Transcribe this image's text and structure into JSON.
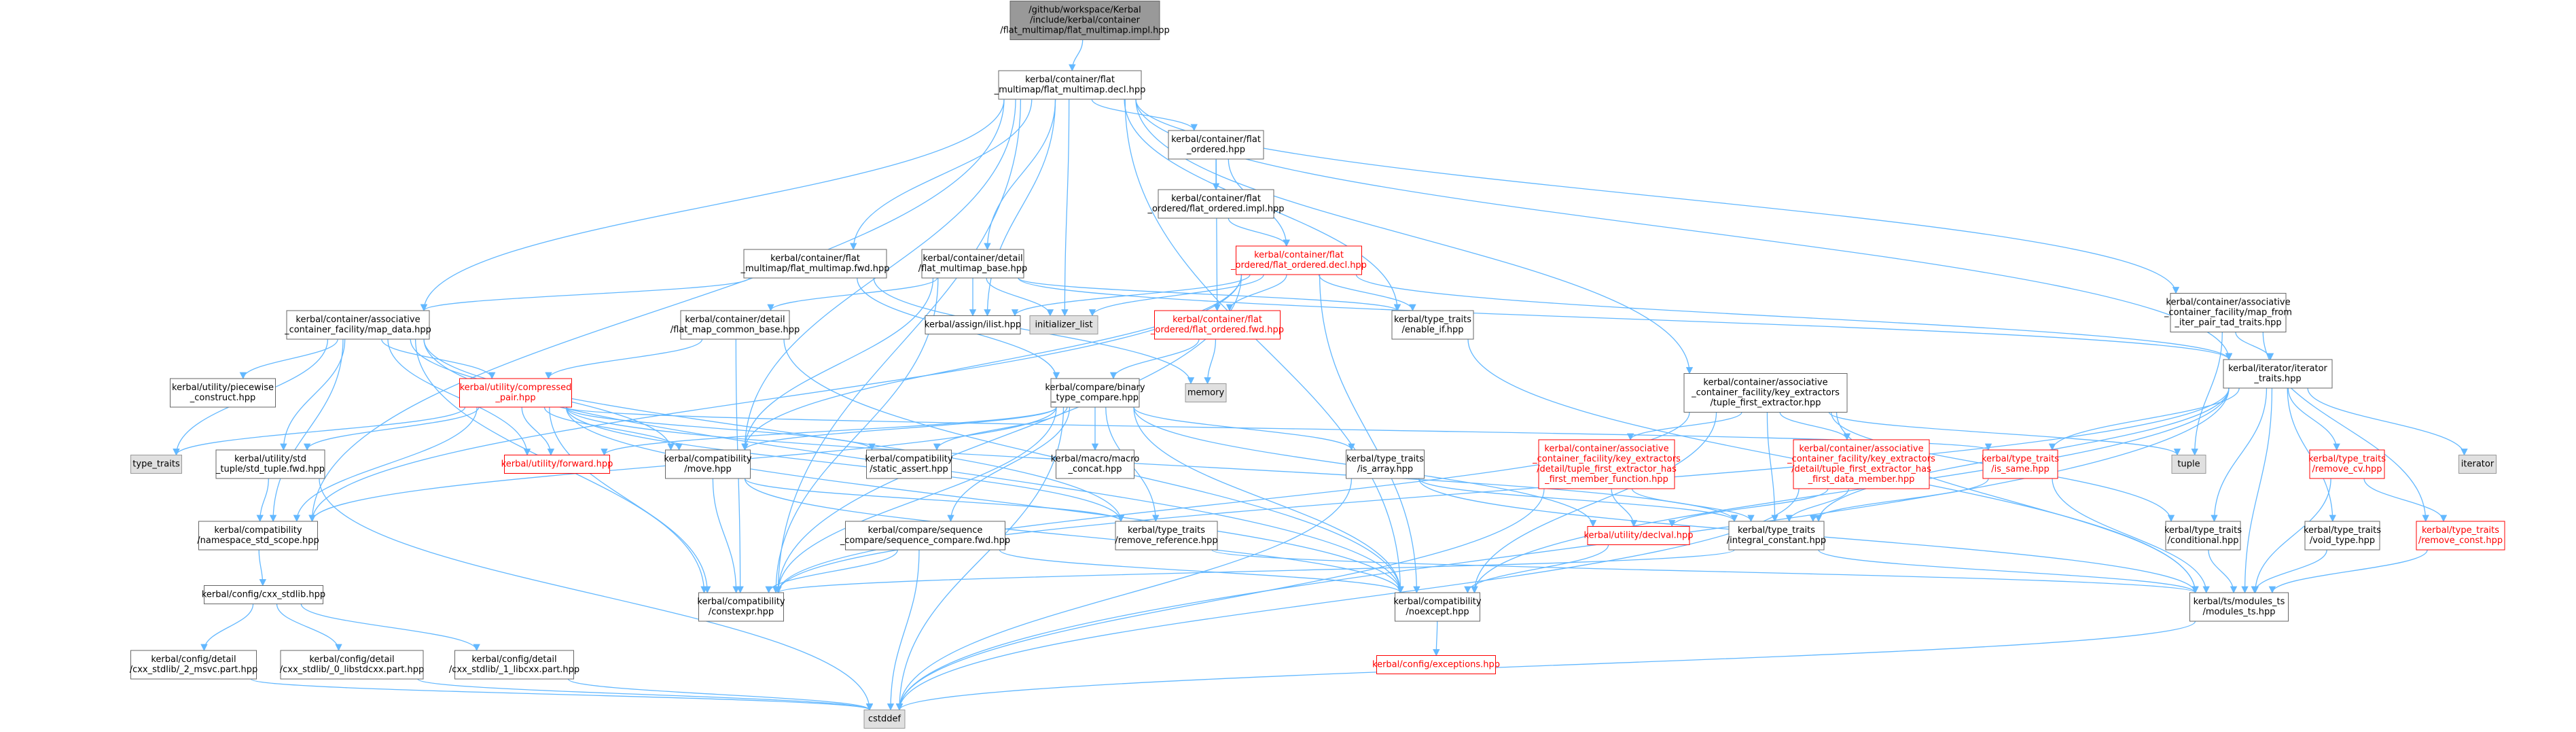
{
  "colors": {
    "edge": "#63b8ff",
    "node_fill": "#ffffff",
    "node_stroke": "#666666",
    "root_fill": "#999999",
    "root_stroke": "#666666",
    "gray_fill": "#e0e0e0",
    "gray_stroke": "#999999",
    "red_stroke": "#ff0000",
    "red_text": "#ff0000"
  },
  "nodes": [
    {
      "id": "root",
      "lines": [
        "/github/workspace/Kerbal",
        "/include/kerbal/container",
        "/flat_multimap/flat_multimap.impl.hpp"
      ],
      "style": "root"
    },
    {
      "id": "decl",
      "lines": [
        "kerbal/container/flat",
        "_multimap/flat_multimap.decl.hpp"
      ],
      "style": "normal"
    },
    {
      "id": "flat_ordered",
      "lines": [
        "kerbal/container/flat",
        "_ordered.hpp"
      ],
      "style": "normal"
    },
    {
      "id": "flat_ordered_impl",
      "lines": [
        "kerbal/container/flat",
        "_ordered/flat_ordered.impl.hpp"
      ],
      "style": "normal"
    },
    {
      "id": "flat_ordered_decl",
      "lines": [
        "kerbal/container/flat",
        "_ordered/flat_ordered.decl.hpp"
      ],
      "style": "red"
    },
    {
      "id": "flat_multimap_fwd",
      "lines": [
        "kerbal/container/flat",
        "_multimap/flat_multimap.fwd.hpp"
      ],
      "style": "normal"
    },
    {
      "id": "flat_multimap_base",
      "lines": [
        "kerbal/container/detail",
        "/flat_multimap_base.hpp"
      ],
      "style": "normal"
    },
    {
      "id": "map_from_iter",
      "lines": [
        "kerbal/container/associative",
        "_container_facility/map_from",
        "_iter_pair_tad_traits.hpp"
      ],
      "style": "normal"
    },
    {
      "id": "map_data",
      "lines": [
        "kerbal/container/associative",
        "_container_facility/map_data.hpp"
      ],
      "style": "normal"
    },
    {
      "id": "flat_map_common_base",
      "lines": [
        "kerbal/container/detail",
        "/flat_map_common_base.hpp"
      ],
      "style": "normal"
    },
    {
      "id": "assign_ilist",
      "lines": [
        "kerbal/assign/ilist.hpp"
      ],
      "style": "normal"
    },
    {
      "id": "initializer_list",
      "lines": [
        "initializer_list"
      ],
      "style": "gray"
    },
    {
      "id": "flat_ordered_fwd",
      "lines": [
        "kerbal/container/flat",
        "_ordered/flat_ordered.fwd.hpp"
      ],
      "style": "red"
    },
    {
      "id": "enable_if",
      "lines": [
        "kerbal/type_traits",
        "/enable_if.hpp"
      ],
      "style": "normal"
    },
    {
      "id": "memory",
      "lines": [
        "memory"
      ],
      "style": "gray"
    },
    {
      "id": "iterator_traits",
      "lines": [
        "kerbal/iterator/iterator",
        "_traits.hpp"
      ],
      "style": "normal"
    },
    {
      "id": "piecewise",
      "lines": [
        "kerbal/utility/piecewise",
        "_construct.hpp"
      ],
      "style": "normal"
    },
    {
      "id": "compressed_pair",
      "lines": [
        "kerbal/utility/compressed",
        "_pair.hpp"
      ],
      "style": "red"
    },
    {
      "id": "binary_type_compare",
      "lines": [
        "kerbal/compare/binary",
        "_type_compare.hpp"
      ],
      "style": "normal"
    },
    {
      "id": "tuple_first_extractor",
      "lines": [
        "kerbal/container/associative",
        "_container_facility/key_extractors",
        "/tuple_first_extractor.hpp"
      ],
      "style": "normal"
    },
    {
      "id": "type_traits",
      "lines": [
        "type_traits"
      ],
      "style": "gray"
    },
    {
      "id": "std_tuple_fwd",
      "lines": [
        "kerbal/utility/std",
        "_tuple/std_tuple.fwd.hpp"
      ],
      "style": "normal"
    },
    {
      "id": "forward",
      "lines": [
        "kerbal/utility/forward.hpp"
      ],
      "style": "red"
    },
    {
      "id": "move",
      "lines": [
        "kerbal/compatibility",
        "/move.hpp"
      ],
      "style": "normal"
    },
    {
      "id": "static_assert",
      "lines": [
        "kerbal/compatibility",
        "/static_assert.hpp"
      ],
      "style": "normal"
    },
    {
      "id": "macro_concat",
      "lines": [
        "kerbal/macro/macro",
        "_concat.hpp"
      ],
      "style": "normal"
    },
    {
      "id": "is_array",
      "lines": [
        "kerbal/type_traits",
        "/is_array.hpp"
      ],
      "style": "normal"
    },
    {
      "id": "extractor_fn",
      "lines": [
        "kerbal/container/associative",
        "_container_facility/key_extractors",
        "/detail/tuple_first_extractor_has",
        "_first_member_function.hpp"
      ],
      "style": "red"
    },
    {
      "id": "extractor_dm",
      "lines": [
        "kerbal/container/associative",
        "_container_facility/key_extractors",
        "/detail/tuple_first_extractor_has",
        "_first_data_member.hpp"
      ],
      "style": "red"
    },
    {
      "id": "is_same",
      "lines": [
        "kerbal/type_traits",
        "/is_same.hpp"
      ],
      "style": "red"
    },
    {
      "id": "tuple",
      "lines": [
        "tuple"
      ],
      "style": "gray"
    },
    {
      "id": "remove_cv",
      "lines": [
        "kerbal/type_traits",
        "/remove_cv.hpp"
      ],
      "style": "red"
    },
    {
      "id": "iterator",
      "lines": [
        "iterator"
      ],
      "style": "gray"
    },
    {
      "id": "namespace_std_scope",
      "lines": [
        "kerbal/compatibility",
        "/namespace_std_scope.hpp"
      ],
      "style": "normal"
    },
    {
      "id": "seq_compare_fwd",
      "lines": [
        "kerbal/compare/sequence",
        "_compare/sequence_compare.fwd.hpp"
      ],
      "style": "normal"
    },
    {
      "id": "remove_reference",
      "lines": [
        "kerbal/type_traits",
        "/remove_reference.hpp"
      ],
      "style": "normal"
    },
    {
      "id": "declval",
      "lines": [
        "kerbal/utility/declval.hpp"
      ],
      "style": "red"
    },
    {
      "id": "integral_constant",
      "lines": [
        "kerbal/type_traits",
        "/integral_constant.hpp"
      ],
      "style": "normal"
    },
    {
      "id": "conditional",
      "lines": [
        "kerbal/type_traits",
        "/conditional.hpp"
      ],
      "style": "normal"
    },
    {
      "id": "void_type",
      "lines": [
        "kerbal/type_traits",
        "/void_type.hpp"
      ],
      "style": "normal"
    },
    {
      "id": "remove_const",
      "lines": [
        "kerbal/type_traits",
        "/remove_const.hpp"
      ],
      "style": "red"
    },
    {
      "id": "cxx_stdlib",
      "lines": [
        "kerbal/config/cxx_stdlib.hpp"
      ],
      "style": "normal"
    },
    {
      "id": "constexpr",
      "lines": [
        "kerbal/compatibility",
        "/constexpr.hpp"
      ],
      "style": "normal"
    },
    {
      "id": "noexcept",
      "lines": [
        "kerbal/compatibility",
        "/noexcept.hpp"
      ],
      "style": "normal"
    },
    {
      "id": "modules_ts",
      "lines": [
        "kerbal/ts/modules_ts",
        "/modules_ts.hpp"
      ],
      "style": "normal"
    },
    {
      "id": "msvc",
      "lines": [
        "kerbal/config/detail",
        "/cxx_stdlib/_2_msvc.part.hpp"
      ],
      "style": "normal"
    },
    {
      "id": "libstdcxx",
      "lines": [
        "kerbal/config/detail",
        "/cxx_stdlib/_0_libstdcxx.part.hpp"
      ],
      "style": "normal"
    },
    {
      "id": "libcxx",
      "lines": [
        "kerbal/config/detail",
        "/cxx_stdlib/_1_libcxx.part.hpp"
      ],
      "style": "normal"
    },
    {
      "id": "exceptions",
      "lines": [
        "kerbal/config/exceptions.hpp"
      ],
      "style": "red"
    },
    {
      "id": "cstddef",
      "lines": [
        "cstddef"
      ],
      "style": "gray"
    }
  ],
  "edges": [
    [
      "root",
      "decl"
    ],
    [
      "decl",
      "flat_ordered"
    ],
    [
      "decl",
      "flat_multimap_fwd"
    ],
    [
      "decl",
      "flat_multimap_base"
    ],
    [
      "decl",
      "map_from_iter"
    ],
    [
      "decl",
      "map_data"
    ],
    [
      "decl",
      "assign_ilist"
    ],
    [
      "decl",
      "initializer_list"
    ],
    [
      "decl",
      "enable_if"
    ],
    [
      "decl",
      "iterator_traits"
    ],
    [
      "decl",
      "tuple_first_extractor"
    ],
    [
      "decl",
      "move"
    ],
    [
      "decl",
      "namespace_std_scope"
    ],
    [
      "decl",
      "constexpr"
    ],
    [
      "decl",
      "noexcept"
    ],
    [
      "flat_ordered",
      "flat_ordered_impl"
    ],
    [
      "flat_ordered",
      "flat_ordered_decl"
    ],
    [
      "flat_ordered",
      "flat_ordered_fwd"
    ],
    [
      "flat_ordered_impl",
      "flat_ordered_decl"
    ],
    [
      "flat_ordered_decl",
      "assign_ilist"
    ],
    [
      "flat_ordered_decl",
      "initializer_list"
    ],
    [
      "flat_ordered_decl",
      "flat_ordered_fwd"
    ],
    [
      "flat_ordered_decl",
      "enable_if"
    ],
    [
      "flat_ordered_decl",
      "iterator_traits"
    ],
    [
      "flat_ordered_decl",
      "move"
    ],
    [
      "flat_ordered_decl",
      "constexpr"
    ],
    [
      "flat_ordered_decl",
      "noexcept"
    ],
    [
      "flat_ordered_decl",
      "namespace_std_scope"
    ],
    [
      "flat_multimap_fwd",
      "map_data"
    ],
    [
      "flat_multimap_fwd",
      "binary_type_compare"
    ],
    [
      "flat_multimap_fwd",
      "memory"
    ],
    [
      "flat_multimap_base",
      "flat_map_common_base"
    ],
    [
      "flat_multimap_base",
      "assign_ilist"
    ],
    [
      "flat_multimap_base",
      "initializer_list"
    ],
    [
      "flat_multimap_base",
      "enable_if"
    ],
    [
      "flat_multimap_base",
      "move"
    ],
    [
      "flat_multimap_base",
      "constexpr"
    ],
    [
      "flat_multimap_base",
      "iterator_traits"
    ],
    [
      "map_from_iter",
      "iterator_traits"
    ],
    [
      "map_from_iter",
      "tuple"
    ],
    [
      "map_from_iter",
      "remove_const"
    ],
    [
      "map_data",
      "piecewise"
    ],
    [
      "map_data",
      "compressed_pair"
    ],
    [
      "map_data",
      "type_traits"
    ],
    [
      "map_data",
      "std_tuple_fwd"
    ],
    [
      "map_data",
      "forward"
    ],
    [
      "map_data",
      "move"
    ],
    [
      "map_data",
      "namespace_std_scope"
    ],
    [
      "map_data",
      "constexpr"
    ],
    [
      "map_data",
      "noexcept"
    ],
    [
      "map_data",
      "remove_reference"
    ],
    [
      "flat_map_common_base",
      "compressed_pair"
    ],
    [
      "flat_map_common_base",
      "constexpr"
    ],
    [
      "flat_map_common_base",
      "noexcept"
    ],
    [
      "flat_ordered_fwd",
      "memory"
    ],
    [
      "flat_ordered_fwd",
      "binary_type_compare"
    ],
    [
      "enable_if",
      "modules_ts"
    ],
    [
      "iterator_traits",
      "is_same"
    ],
    [
      "iterator_traits",
      "remove_cv"
    ],
    [
      "iterator_traits",
      "iterator"
    ],
    [
      "iterator_traits",
      "void_type"
    ],
    [
      "iterator_traits",
      "integral_constant"
    ],
    [
      "iterator_traits",
      "conditional"
    ],
    [
      "iterator_traits",
      "constexpr"
    ],
    [
      "iterator_traits",
      "noexcept"
    ],
    [
      "iterator_traits",
      "modules_ts"
    ],
    [
      "iterator_traits",
      "cstddef"
    ],
    [
      "compressed_pair",
      "type_traits"
    ],
    [
      "compressed_pair",
      "std_tuple_fwd"
    ],
    [
      "compressed_pair",
      "forward"
    ],
    [
      "compressed_pair",
      "move"
    ],
    [
      "compressed_pair",
      "static_assert"
    ],
    [
      "compressed_pair",
      "namespace_std_scope"
    ],
    [
      "compressed_pair",
      "constexpr"
    ],
    [
      "compressed_pair",
      "noexcept"
    ],
    [
      "compressed_pair",
      "integral_constant"
    ],
    [
      "compressed_pair",
      "is_same"
    ],
    [
      "compressed_pair",
      "remove_reference"
    ],
    [
      "binary_type_compare",
      "forward"
    ],
    [
      "binary_type_compare",
      "move"
    ],
    [
      "binary_type_compare",
      "static_assert"
    ],
    [
      "binary_type_compare",
      "macro_concat"
    ],
    [
      "binary_type_compare",
      "is_array"
    ],
    [
      "binary_type_compare",
      "seq_compare_fwd"
    ],
    [
      "binary_type_compare",
      "remove_reference"
    ],
    [
      "binary_type_compare",
      "declval"
    ],
    [
      "binary_type_compare",
      "constexpr"
    ],
    [
      "binary_type_compare",
      "noexcept"
    ],
    [
      "binary_type_compare",
      "namespace_std_scope"
    ],
    [
      "binary_type_compare",
      "cstddef"
    ],
    [
      "tuple_first_extractor",
      "extractor_fn"
    ],
    [
      "tuple_first_extractor",
      "extractor_dm"
    ],
    [
      "tuple_first_extractor",
      "tuple"
    ],
    [
      "tuple_first_extractor",
      "conditional"
    ],
    [
      "tuple_first_extractor",
      "integral_constant"
    ],
    [
      "tuple_first_extractor",
      "constexpr"
    ],
    [
      "tuple_first_extractor",
      "noexcept"
    ],
    [
      "tuple_first_extractor",
      "modules_ts"
    ],
    [
      "std_tuple_fwd",
      "namespace_std_scope"
    ],
    [
      "std_tuple_fwd",
      "cstddef"
    ],
    [
      "move",
      "remove_reference"
    ],
    [
      "move",
      "constexpr"
    ],
    [
      "move",
      "noexcept"
    ],
    [
      "is_array",
      "integral_constant"
    ],
    [
      "is_array",
      "modules_ts"
    ],
    [
      "is_array",
      "cstddef"
    ],
    [
      "extractor_fn",
      "declval"
    ],
    [
      "extractor_fn",
      "integral_constant"
    ],
    [
      "extractor_fn",
      "cstddef"
    ],
    [
      "extractor_dm",
      "declval"
    ],
    [
      "extractor_dm",
      "integral_constant"
    ],
    [
      "extractor_dm",
      "cstddef"
    ],
    [
      "is_same",
      "integral_constant"
    ],
    [
      "is_same",
      "modules_ts"
    ],
    [
      "remove_cv",
      "remove_const"
    ],
    [
      "remove_cv",
      "modules_ts"
    ],
    [
      "namespace_std_scope",
      "cxx_stdlib"
    ],
    [
      "seq_compare_fwd",
      "constexpr"
    ],
    [
      "seq_compare_fwd",
      "noexcept"
    ],
    [
      "seq_compare_fwd",
      "cstddef"
    ],
    [
      "remove_reference",
      "modules_ts"
    ],
    [
      "declval",
      "noexcept"
    ],
    [
      "integral_constant",
      "constexpr"
    ],
    [
      "integral_constant",
      "modules_ts"
    ],
    [
      "conditional",
      "modules_ts"
    ],
    [
      "void_type",
      "modules_ts"
    ],
    [
      "remove_const",
      "modules_ts"
    ],
    [
      "cxx_stdlib",
      "msvc"
    ],
    [
      "cxx_stdlib",
      "libstdcxx"
    ],
    [
      "cxx_stdlib",
      "libcxx"
    ],
    [
      "msvc",
      "cstddef"
    ],
    [
      "libstdcxx",
      "cstddef"
    ],
    [
      "libcxx",
      "cstddef"
    ],
    [
      "noexcept",
      "exceptions"
    ],
    [
      "modules_ts",
      "cstddef"
    ]
  ]
}
